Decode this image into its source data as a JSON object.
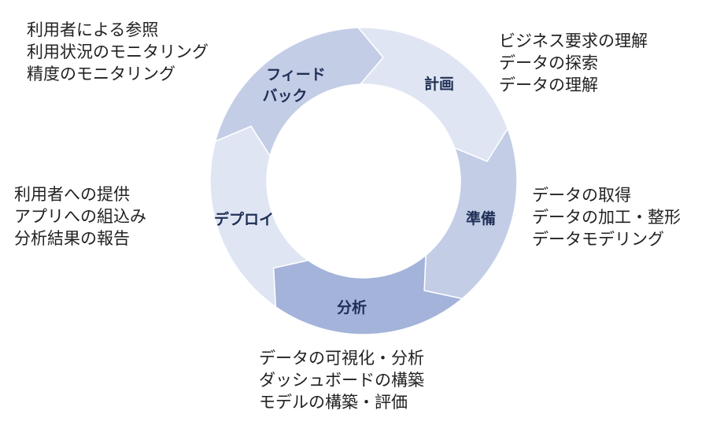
{
  "cycle": {
    "stages": [
      {
        "id": "plan",
        "label": "計画",
        "color": "#dfe5f3"
      },
      {
        "id": "prepare",
        "label": "準備",
        "color": "#c3cde6"
      },
      {
        "id": "analysis",
        "label": "分析",
        "color": "#a3b3da"
      },
      {
        "id": "deploy",
        "label": "デプロイ",
        "color": "#dfe5f3"
      },
      {
        "id": "feedback",
        "label_lines": [
          "フィード",
          "バック"
        ],
        "color": "#c3cde6"
      }
    ]
  },
  "notes": {
    "feedback": [
      "利用者による参照",
      "利用状況のモニタリング",
      "精度のモニタリング"
    ],
    "plan": [
      "ビジネス要求の理解",
      "データの探索",
      "データの理解"
    ],
    "prepare": [
      "データの取得",
      "データの加工・整形",
      "データモデリング"
    ],
    "deploy": [
      "利用者への提供",
      "アプリへの組込み",
      "分析結果の報告"
    ],
    "analysis": [
      "データの可視化・分析",
      "ダッシュボードの構築",
      "モデルの構築・評価"
    ]
  }
}
